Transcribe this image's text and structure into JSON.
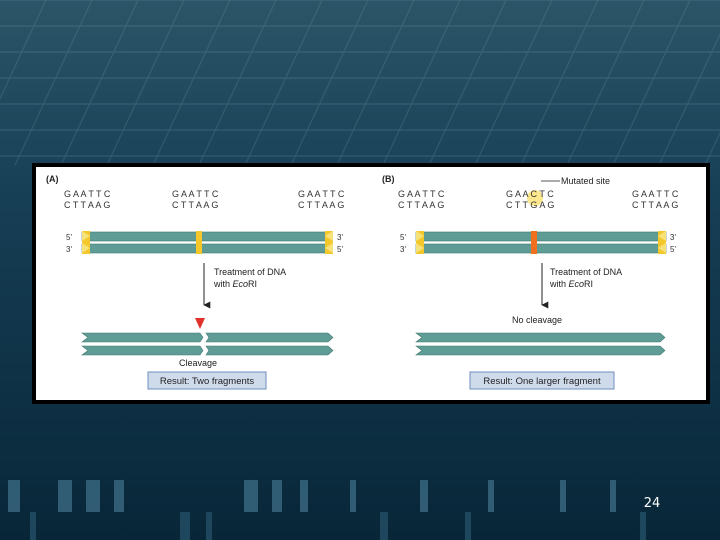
{
  "slide": {
    "page_number": "24"
  },
  "colors": {
    "background": "#0c3046",
    "strand": "#5f9c95",
    "strand_edge": "#3d7a72",
    "site_yellow": "#f4c82a",
    "site_orange": "#f07020",
    "cut_red": "#e0302a",
    "result_box": "#cfdbeb",
    "result_border": "#6f8fbf"
  },
  "figure": {
    "panel_a": {
      "label": "(A)",
      "sites": [
        {
          "top": "G A A T T C",
          "bottom": "C T T A A G"
        },
        {
          "top": "G A A T T C",
          "bottom": "C T T A A G"
        },
        {
          "top": "G A A T T C",
          "bottom": "C T T A A G"
        }
      ],
      "left_ends": {
        "top": "5'",
        "bottom": "3'"
      },
      "right_ends": {
        "top": "3'",
        "bottom": "5'"
      },
      "treatment_line1": "Treatment of DNA",
      "treatment_line2_prefix": "with ",
      "treatment_enzyme": "Eco",
      "treatment_enzyme_suffix": "RI",
      "cleavage_label": "Cleavage",
      "result": "Result: Two fragments"
    },
    "panel_b": {
      "label": "(B)",
      "mutated_site_label": "Mutated site",
      "sites": [
        {
          "top": "G A A T T C",
          "bottom": "C T T A A G"
        },
        {
          "top": "G A A C T C",
          "bottom": "C T T G A G"
        },
        {
          "top": "G A A T T C",
          "bottom": "C T T A A G"
        }
      ],
      "left_ends": {
        "top": "5'",
        "bottom": "3'"
      },
      "right_ends": {
        "top": "3'",
        "bottom": "5'"
      },
      "treatment_line1": "Treatment of DNA",
      "treatment_line2_prefix": "with ",
      "treatment_enzyme": "Eco",
      "treatment_enzyme_suffix": "RI",
      "no_cleavage_label": "No cleavage",
      "result": "Result: One larger fragment"
    }
  }
}
